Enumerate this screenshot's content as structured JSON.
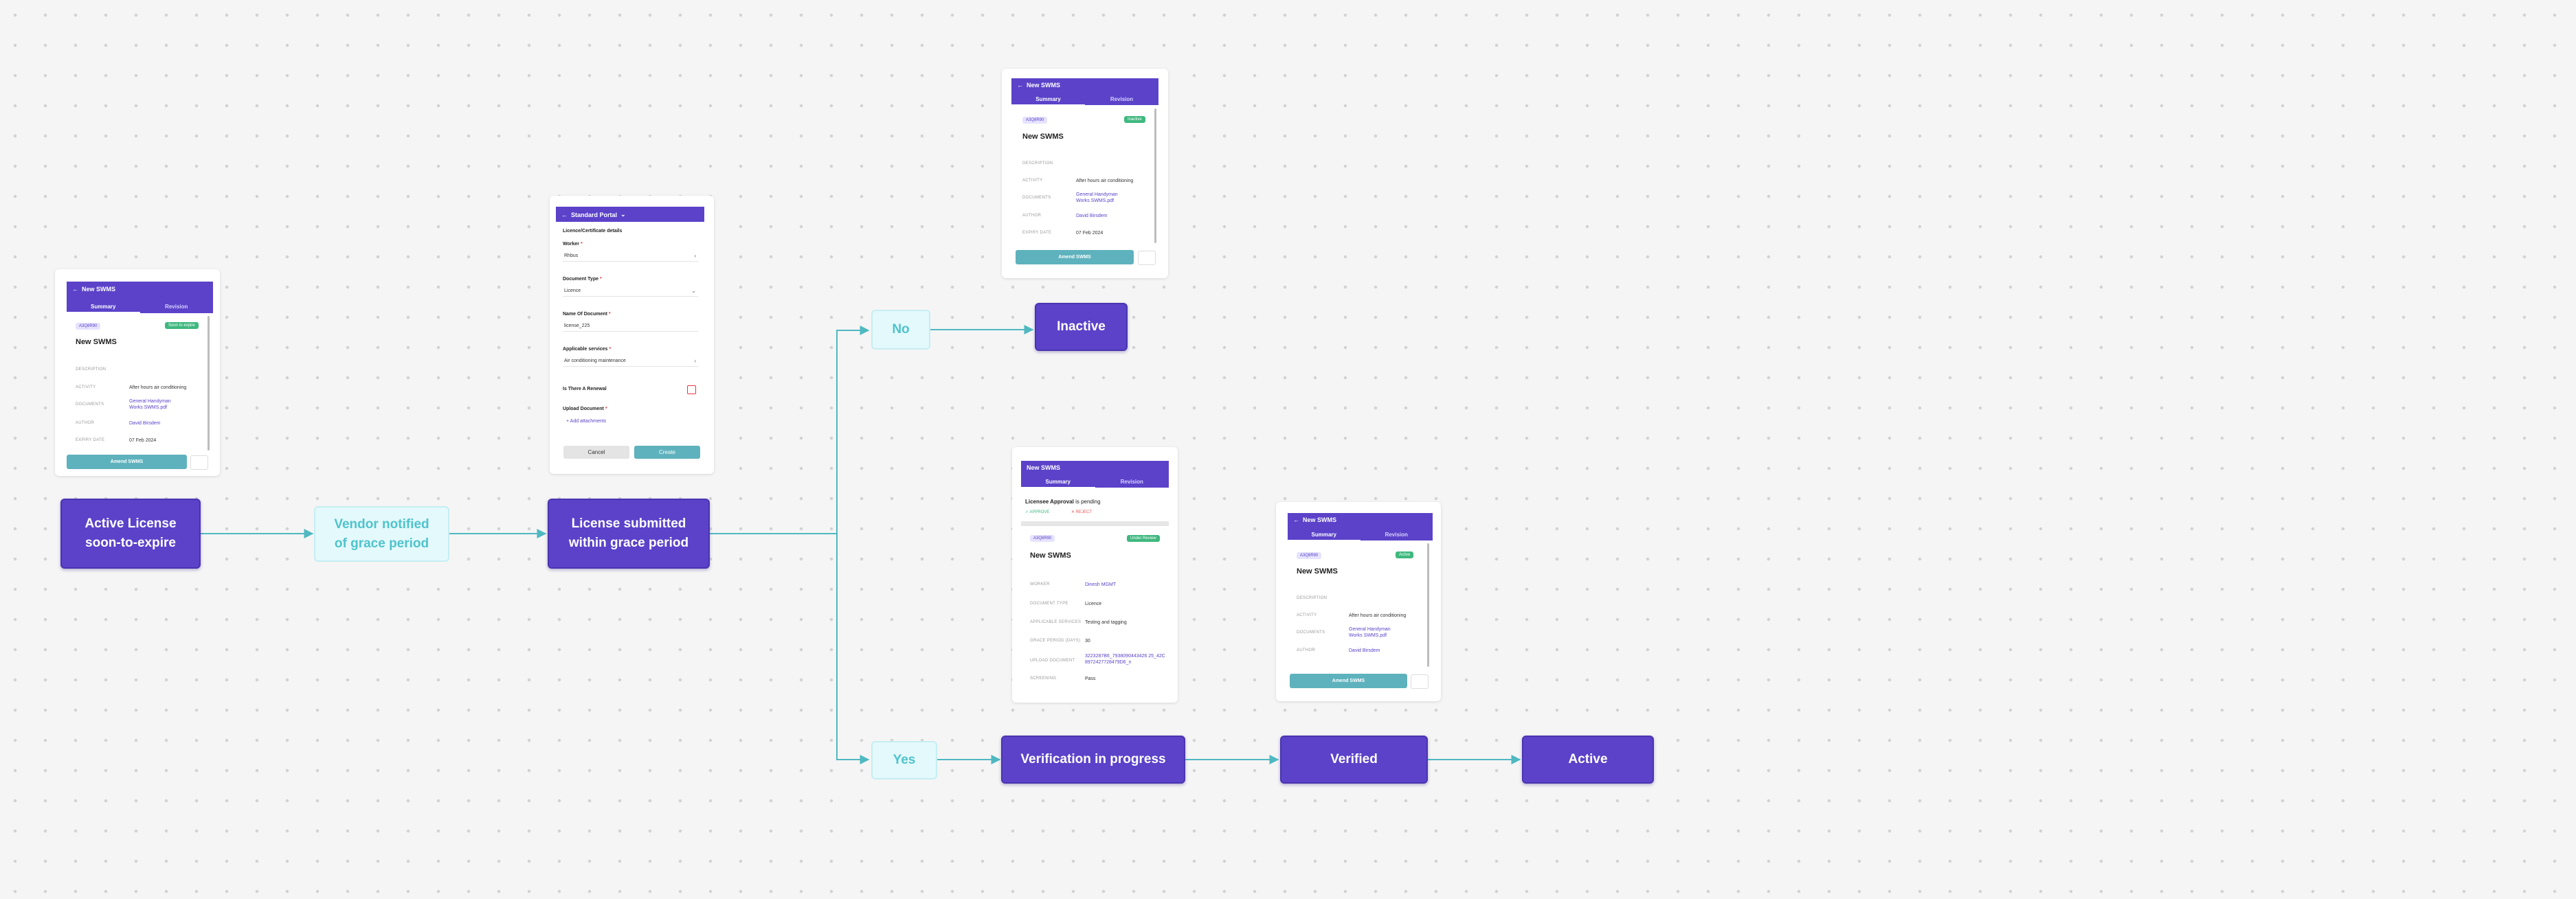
{
  "flow": {
    "active_license": "Active License soon-to-expire",
    "vendor_notified": "Vendor notified of grace period",
    "license_submitted": "License submitted within grace period",
    "no": "No",
    "inactive": "Inactive",
    "yes": "Yes",
    "verification": "Verification in progress",
    "verified": "Verified",
    "active": "Active"
  },
  "card1": {
    "header": "New SWMS",
    "tabs": [
      "Summary",
      "Revision"
    ],
    "id_pill": "A3Q8R90",
    "status": "Soon to expire",
    "title": "New SWMS",
    "rows": [
      "DESCRIPTION",
      "ACTIVITY",
      "DOCUMENTS",
      "AUTHOR",
      "EXPIRY DATE"
    ],
    "activity": "After hours air conditioning",
    "documents": "General Handyman Works SWMS.pdf",
    "author": "David Birsdem",
    "expiry": "07 Feb 2024",
    "amend": "Amend SWMS"
  },
  "form": {
    "header": "Standard Portal",
    "section": "Licence/Certificate details",
    "worker_label": "Worker",
    "worker_value": "Rhbus",
    "doc_type_label": "Document Type",
    "doc_type_value": "Licence",
    "name_label": "Name Of Document",
    "name_value": "license_225",
    "services_label": "Applicable services",
    "services_value": "Air conditioning maintenance",
    "renewal_label": "Is There A Renewal",
    "upload_label": "Upload Document",
    "upload_link": "+ Add attachments",
    "cancel": "Cancel",
    "create": "Create"
  },
  "card_inactive": {
    "header": "New SWMS",
    "tabs": [
      "Summary",
      "Revision"
    ],
    "id_pill": "A3Q8R90",
    "status": "Inactive",
    "title": "New SWMS",
    "rows": [
      "DESCRIPTION",
      "ACTIVITY",
      "DOCUMENTS",
      "AUTHOR",
      "EXPIRY DATE"
    ],
    "activity": "After hours air conditioning",
    "documents": "General Handyman Works SWMS.pdf",
    "author": "David Birsdem",
    "expiry": "07 Feb 2024",
    "amend": "Amend SWMS"
  },
  "card_verify": {
    "header": "New SWMS",
    "tabs": [
      "Summary",
      "Revision"
    ],
    "approval_bold": "Licensee Approval",
    "approval_rest": " is pending",
    "approve": "APPROVE",
    "reject": "REJECT",
    "id_pill": "A3Q8R90",
    "status": "Under Review",
    "title": "New SWMS",
    "rows": [
      "WORKER",
      "DOCUMENT TYPE",
      "APPLICABLE SERVICES",
      "GRACE PERIOD (DAYS)",
      "UPLOAD DOCUMENT",
      "SCREENING"
    ],
    "worker": "Dinesh MGMT",
    "doc_type": "Licence",
    "services": "Testing and tagging",
    "grace": "30",
    "upload": "3223287B6_7938090443426 25_42C8972427728479D6_n",
    "screening": "Pass"
  },
  "card_verified": {
    "header": "New SWMS",
    "tabs": [
      "Summary",
      "Revision"
    ],
    "id_pill": "A3Q8R90",
    "status": "Active",
    "title": "New SWMS",
    "rows": [
      "DESCRIPTION",
      "ACTIVITY",
      "DOCUMENTS",
      "AUTHOR"
    ],
    "activity": "After hours air conditioning",
    "documents": "General Handyman Works SWMS.pdf",
    "author": "David Birsdem",
    "amend": "Amend SWMS"
  },
  "colors": {
    "accent": "#5b42c9",
    "teal": "#4fc3cc",
    "status_green": "#3fb87f",
    "amend": "#5eb2bd"
  }
}
